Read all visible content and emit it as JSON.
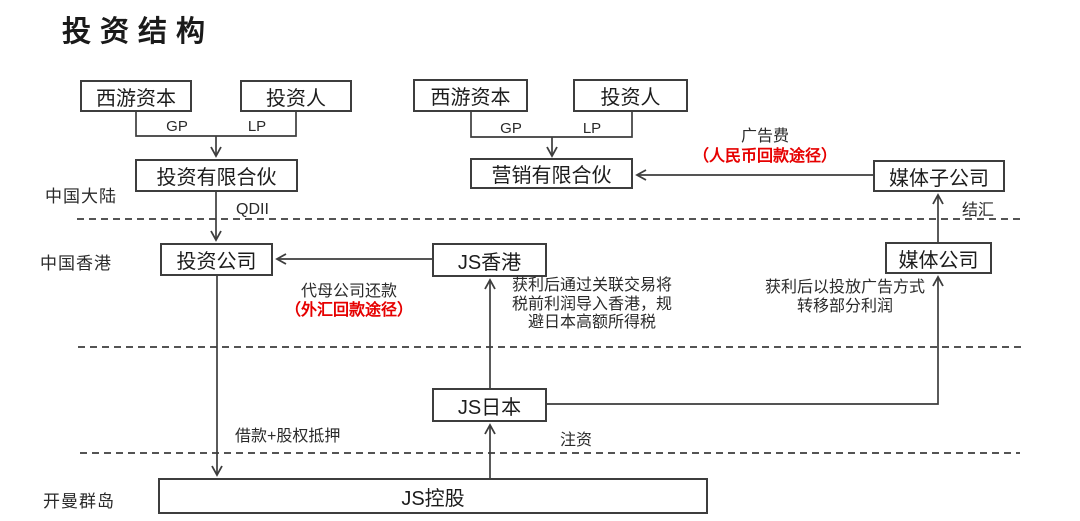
{
  "title": "投资结构",
  "regions": {
    "mainland": "中国大陆",
    "hongkong": "中国香港",
    "cayman": "开曼群岛"
  },
  "nodes": {
    "xiyou_capital_left": "西游资本",
    "investor_left": "投资人",
    "xiyou_capital_right": "西游资本",
    "investor_right": "投资人",
    "investment_partnership": "投资有限合伙",
    "marketing_partnership": "营销有限合伙",
    "media_subsidiary": "媒体子公司",
    "investment_company": "投资公司",
    "js_hongkong": "JS香港",
    "media_company": "媒体公司",
    "js_japan": "JS日本",
    "js_holdings": "JS控股"
  },
  "edge_labels": {
    "gp": "GP",
    "lp": "LP",
    "qdii": "QDII",
    "ad_fee": "广告费",
    "rmb_return_path": "（人民币回款途径）",
    "fx_settlement": "结汇",
    "repay_for_parent": "代母公司还款",
    "fx_return_path": "（外汇回款途径）",
    "hk_profit_note": "获利后通过关联交易将\n税前利润导入香港，规\n避日本高额所得税",
    "media_profit_note": "获利后以投放广告方式\n转移部分利润",
    "loan_equity_pledge": "借款+股权抵押",
    "capital_injection": "注资"
  },
  "colors": {
    "line": "#3d3d3d",
    "text": "#1c1c1c",
    "highlight_red": "#e60000",
    "background": "#ffffff"
  }
}
